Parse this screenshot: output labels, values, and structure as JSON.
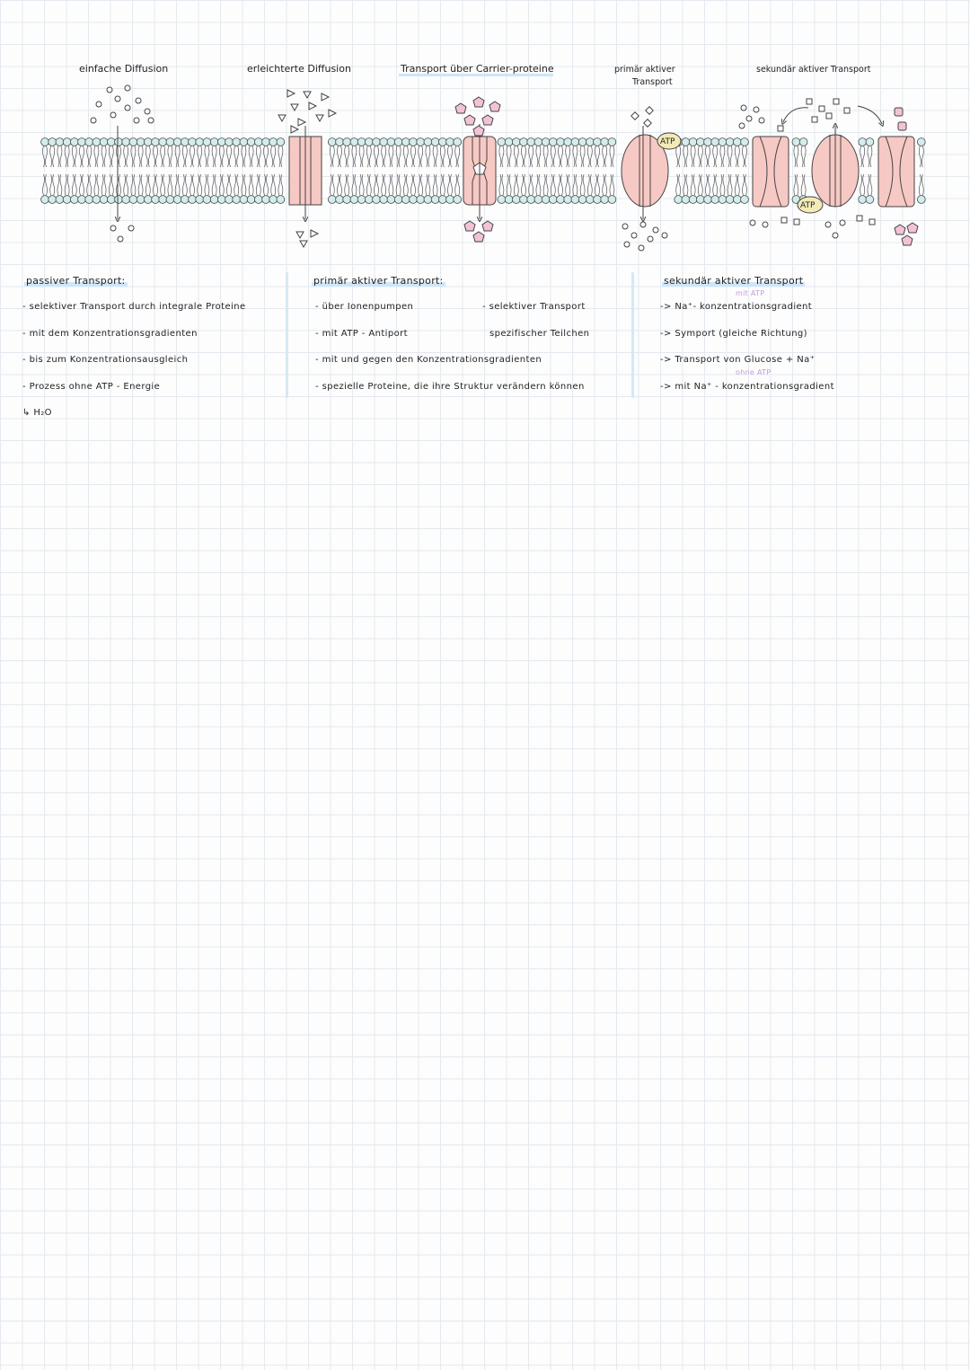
{
  "diagram": {
    "labels": {
      "simple_diffusion": "einfache Diffusion",
      "facilitated_diffusion": "erleichterte Diffusion",
      "carrier_transport": "Transport über Carrier-proteine",
      "primary_active_1": "primär aktiver",
      "primary_active_2": "Transport",
      "secondary_active": "sekundär aktiver Transport"
    },
    "atp": "ATP",
    "colors": {
      "protein_fill": "#f7c9c4",
      "head_fill": "#d3ecec",
      "particle_pink": "#e99bb5",
      "atp_fill": "#f3eab7",
      "highlight": "#cfe6f8"
    }
  },
  "notes": {
    "passive": {
      "heading": "passiver Transport:",
      "items": [
        "- selektiver Transport durch integrale Proteine",
        "- mit dem Konzentrationsgradienten",
        "- bis zum Konzentrationsausgleich",
        "- Prozess ohne ATP - Energie",
        "↳ H₂O"
      ]
    },
    "primary": {
      "heading": "primär aktiver Transport:",
      "items": [
        {
          "left": "- über Ionenpumpen",
          "right": "- selektiver Transport"
        },
        {
          "left": "- mit ATP - Antiport",
          "right": "spezifischer Teilchen"
        },
        {
          "left": "- mit und gegen den Konzentrationsgradienten",
          "right": ""
        },
        {
          "left": "- spezielle Proteine, die ihre Struktur verändern können",
          "right": ""
        }
      ]
    },
    "secondary": {
      "heading": "sekundär aktiver Transport",
      "note_top": "mit ATP",
      "note_mid": "ohne ATP",
      "items": [
        "-> Na⁺- konzentrationsgradient",
        "-> Symport (gleiche Richtung)",
        "-> Transport von Glucose + Na⁺",
        "-> mit Na⁺ - konzentrationsgradient"
      ]
    }
  }
}
